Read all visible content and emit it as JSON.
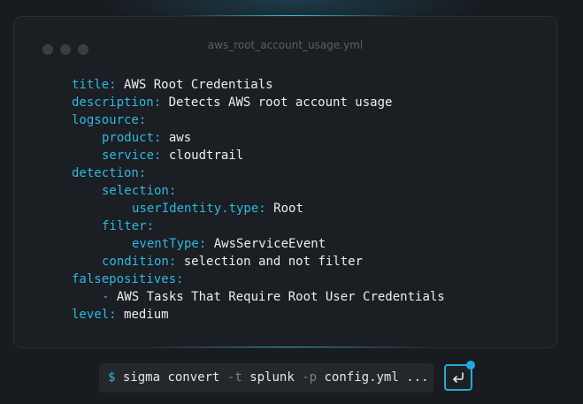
{
  "window": {
    "filename": "aws_root_account_usage.yml"
  },
  "code_lines": [
    {
      "indent": 0,
      "key": "title:",
      "value": "AWS Root Credentials"
    },
    {
      "indent": 0,
      "key": "description:",
      "value": "Detects AWS root account usage"
    },
    {
      "indent": 0,
      "key": "logsource:",
      "value": ""
    },
    {
      "indent": 1,
      "key": "product:",
      "value": "aws"
    },
    {
      "indent": 1,
      "key": "service:",
      "value": "cloudtrail"
    },
    {
      "indent": 0,
      "key": "detection:",
      "value": ""
    },
    {
      "indent": 1,
      "key": "selection:",
      "value": ""
    },
    {
      "indent": 2,
      "key": "userIdentity.type:",
      "value": "Root"
    },
    {
      "indent": 1,
      "key": "filter:",
      "value": ""
    },
    {
      "indent": 2,
      "key": "eventType:",
      "value": "AwsServiceEvent"
    },
    {
      "indent": 1,
      "key": "condition:",
      "value": "selection and not filter"
    },
    {
      "indent": 0,
      "key": "falsepositives:",
      "value": ""
    },
    {
      "indent": 1,
      "key": "-",
      "value": "AWS Tasks That Require Root User Credentials"
    },
    {
      "indent": 0,
      "key": "level:",
      "value": "medium"
    }
  ],
  "command": {
    "prompt": "$",
    "cmd": "sigma convert",
    "flag_t": "-t",
    "target": "splunk",
    "flag_p": "-p",
    "config": "config.yml ..."
  },
  "icons": {
    "enter": "enter-return-icon"
  },
  "colors": {
    "key": "#2fb8df",
    "accent": "#27a9d6",
    "background": "#181b20"
  }
}
